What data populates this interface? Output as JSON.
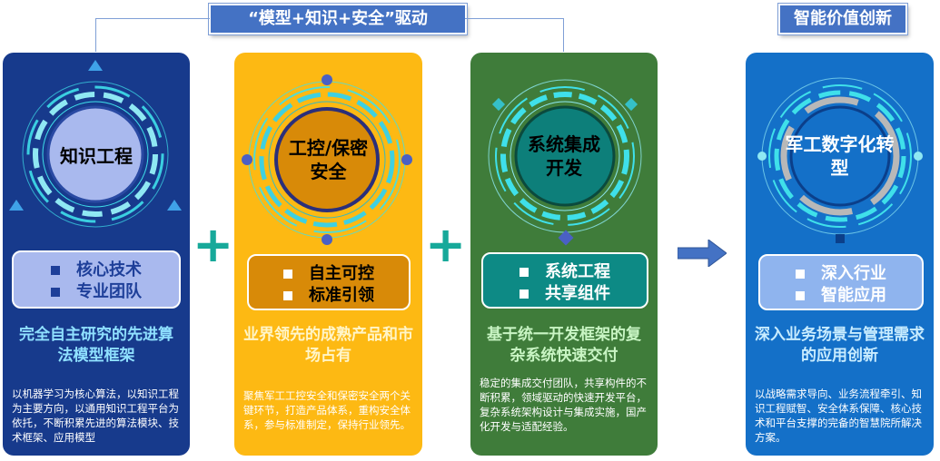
{
  "banners": {
    "left": "“模型+知识+安全”驱动",
    "right": "智能价值创新"
  },
  "cards": [
    {
      "circle_label": "知识工程",
      "items": [
        "核心技术",
        "专业团队"
      ],
      "headline": "完全自主研究的先进算法模型框架",
      "description": "以机器学习为核心算法，以知识工程为主要方向，以通用知识工程平台为依托，不断积累先进的算法模块、技术框架、应用模型"
    },
    {
      "circle_label": "工控/保密安全",
      "items": [
        "自主可控",
        "标准引领"
      ],
      "headline": "业界领先的成熟产品和市场占有",
      "description": "聚焦军工工控安全和保密安全两个关键环节，打造产品体系，重构安全体系，参与标准制定，保持行业领先。"
    },
    {
      "circle_label": "系统集成开发",
      "items": [
        "系统工程",
        "共享组件"
      ],
      "headline": "基于统一开发框架的复杂系统快速交付",
      "description": "稳定的集成交付团队，共享构件的不断积累，领域驱动的快速开发平台，复杂系统架构设计与集成实施，国产化开发与适配经验。"
    },
    {
      "circle_label": "军工数字化转型",
      "items": [
        "深入行业",
        "智能应用"
      ],
      "headline": "深入业务场景与管理需求的应用创新",
      "description": "以战略需求导向、业务流程牵引、知识工程赋智、安全体系保障、核心技术和平台支撑的完备的智慧院所解决方案。"
    }
  ],
  "symbols": {
    "plus_1": "+",
    "plus_2": "+"
  },
  "colors": {
    "card1": "#173a8c",
    "card2": "#fdb913",
    "card3": "#3f7c3a",
    "card4": "#1470c8",
    "banner": "#4472c4",
    "plus": "#17a99a",
    "arrow": "#4472c4"
  }
}
